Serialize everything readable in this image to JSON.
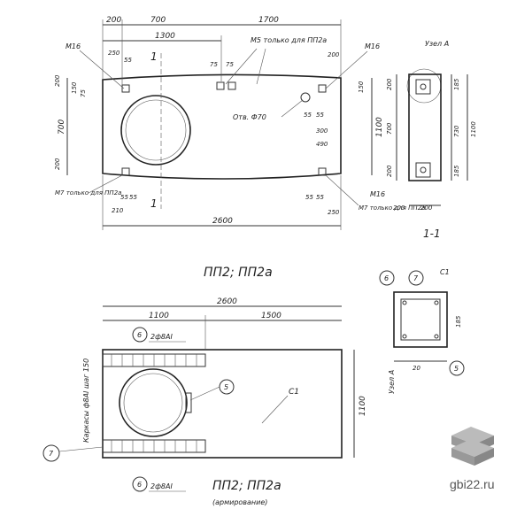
{
  "top_view": {
    "dims_top": [
      "200",
      "700",
      "1700",
      "1300"
    ],
    "notes": {
      "m16_left": "М16",
      "m5": "М5 только для ПП2а",
      "m16_right": "М16",
      "hole": "Отв. Ф70",
      "m7_left": "М7 только для ПП2а",
      "m7_right": "М7 только для ПП2а",
      "m16_bottom": "М16"
    },
    "small_dims": [
      "250",
      "55",
      "75",
      "75",
      "200",
      "55",
      "55",
      "210",
      "55",
      "55",
      "55",
      "55",
      "250",
      "490",
      "300"
    ],
    "left_dims": [
      "200",
      "150",
      "75",
      "700",
      "200"
    ],
    "right_dims": [
      "150",
      "1100"
    ],
    "section_marks": [
      "1",
      "1"
    ],
    "bottom_dim": "2600"
  },
  "section_1_1": {
    "title": "Узел А",
    "dims_left": [
      "200",
      "700",
      "200"
    ],
    "dims_right": [
      "185",
      "730",
      "185",
      "1100"
    ],
    "dim_bottom": [
      "200",
      "200"
    ],
    "label": "1-1"
  },
  "caption_top": "ПП2; ПП2а",
  "reinforcement": {
    "dim_total": "2600",
    "dim_left": "1100",
    "dim_right": "1500",
    "dim_height": "1100",
    "bar_top": "2ф8AI",
    "bar_bottom": "2ф8AI",
    "side_note": "Каркасы ф8AI шаг 150",
    "callouts": [
      "6",
      "5",
      "C1",
      "7",
      "6"
    ]
  },
  "node_a": {
    "title": "Узел А",
    "callouts": [
      "6",
      "7",
      "C1",
      "5"
    ],
    "dims": [
      "185",
      "20"
    ]
  },
  "caption_bottom": "ПП2; ПП2а",
  "caption_sub": "(армирование)",
  "watermark": "gbi22.ru"
}
